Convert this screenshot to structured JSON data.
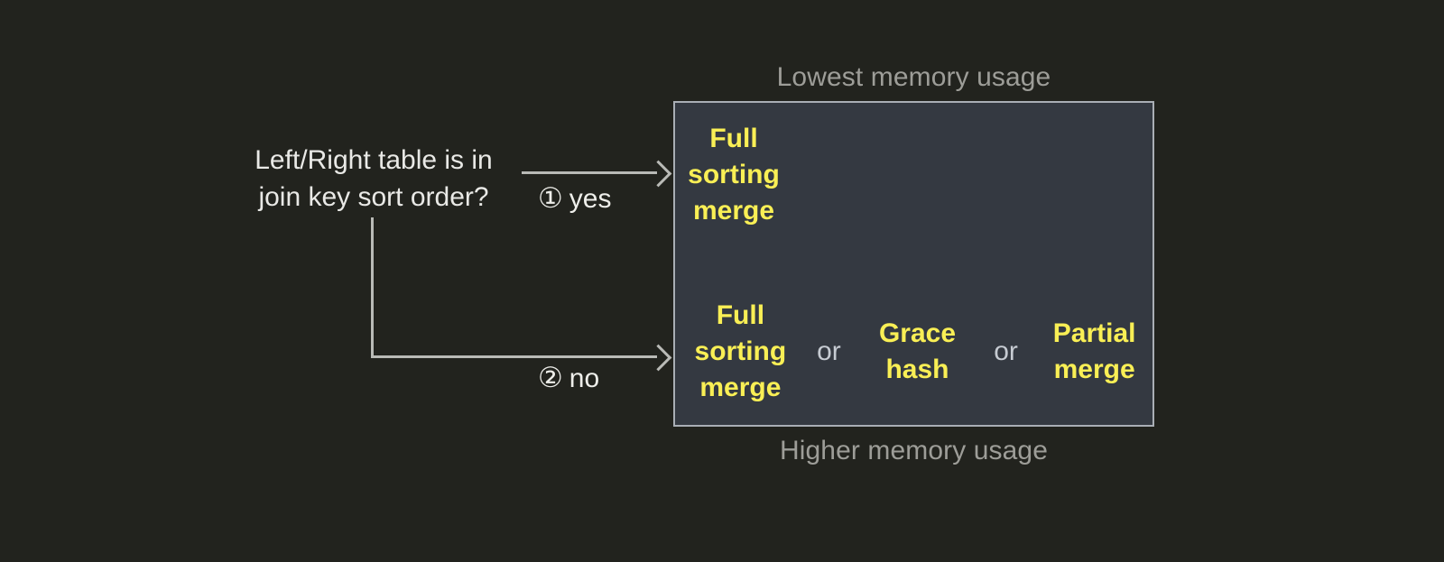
{
  "canvas": {
    "background": "#22231e",
    "accent_yellow": "#f9ef55",
    "box_fill": "#343941",
    "box_border": "#a9aeb5",
    "text_white": "#e9e9e6",
    "text_gray": "#9d9d98"
  },
  "captions": {
    "top": "Lowest memory usage",
    "bottom": "Higher memory usage"
  },
  "question": {
    "line1": "Left/Right table is in",
    "line2": "join key sort order?"
  },
  "branches": [
    {
      "number": "①",
      "label": "yes"
    },
    {
      "number": "②",
      "label": "no"
    }
  ],
  "outcomes": {
    "sorted_row": {
      "option": {
        "line1": "Full",
        "line2": "sorting",
        "line3": "merge"
      }
    },
    "unsorted_row": {
      "option1": {
        "line1": "Full",
        "line2": "sorting",
        "line3": "merge"
      },
      "separator1": "or",
      "option2": {
        "line1": "Grace",
        "line2": "hash"
      },
      "separator2": "or",
      "option3": {
        "line1": "Partial",
        "line2": "merge"
      }
    }
  }
}
